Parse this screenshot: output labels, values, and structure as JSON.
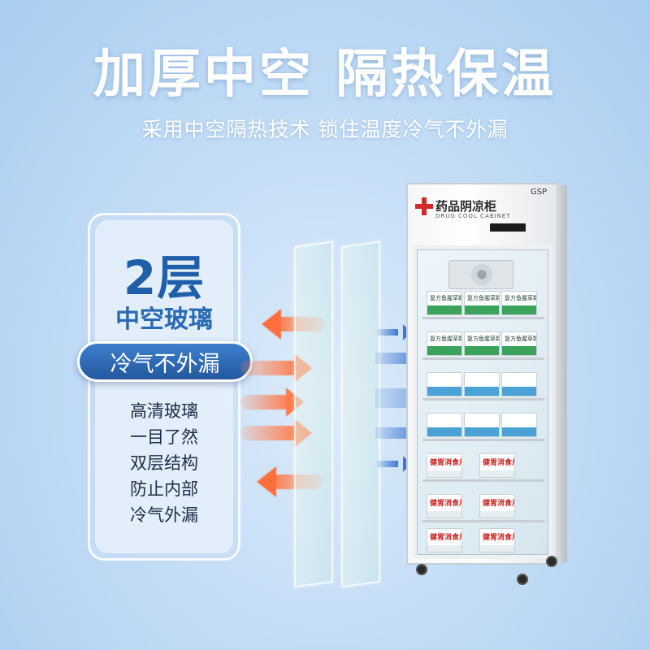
{
  "headline": "加厚中空 隔热保温",
  "subline": "采用中空隔热技术 锁住温度冷气不外漏",
  "panel": {
    "layer_count": "2层",
    "glass_label": "中空玻璃",
    "pill_label": "冷气不外漏",
    "features": [
      "高清玻璃",
      "一目了然",
      "双层结构",
      "防止内部",
      "冷气外漏"
    ]
  },
  "cabinet": {
    "title": "药品阴凉柜",
    "subtitle": "DRUG COOL CABINET",
    "badge": "GSP",
    "box_label_a": "复方鱼腥草颗粒",
    "box_label_b": "健胃消食片"
  },
  "colors": {
    "accent_blue": "#23589e",
    "heat_orange": "#ff7b4a",
    "cold_blue": "#3e78d0"
  }
}
